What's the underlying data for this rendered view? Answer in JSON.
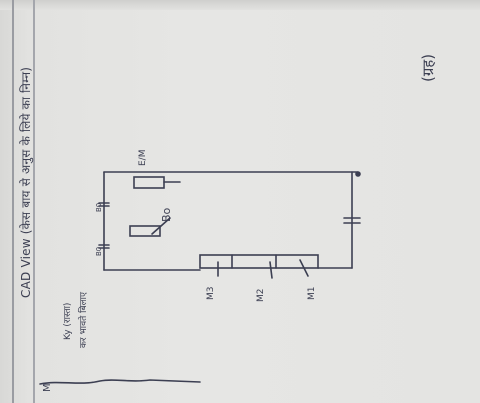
{
  "page": {
    "heading": "CAD View (केस बाय से अनुस के लिये का निम्न)",
    "margin_note_line1": "Ky (रास्ता)",
    "margin_note_line2": "कर भावते बिलाए",
    "margin_mark": "M",
    "corner_note": "(ग्रह)"
  },
  "diagram": {
    "label_right_top": "E/M",
    "label_inner": "Bo",
    "label_left_top": "B0",
    "label_left_bottom": "B0",
    "label_m1": "M1",
    "label_m2": "M2",
    "label_m3": "M3"
  },
  "colors": {
    "ink": "#3c3f52",
    "paper": "#e4e4e2",
    "rule": "#8a8d94"
  }
}
